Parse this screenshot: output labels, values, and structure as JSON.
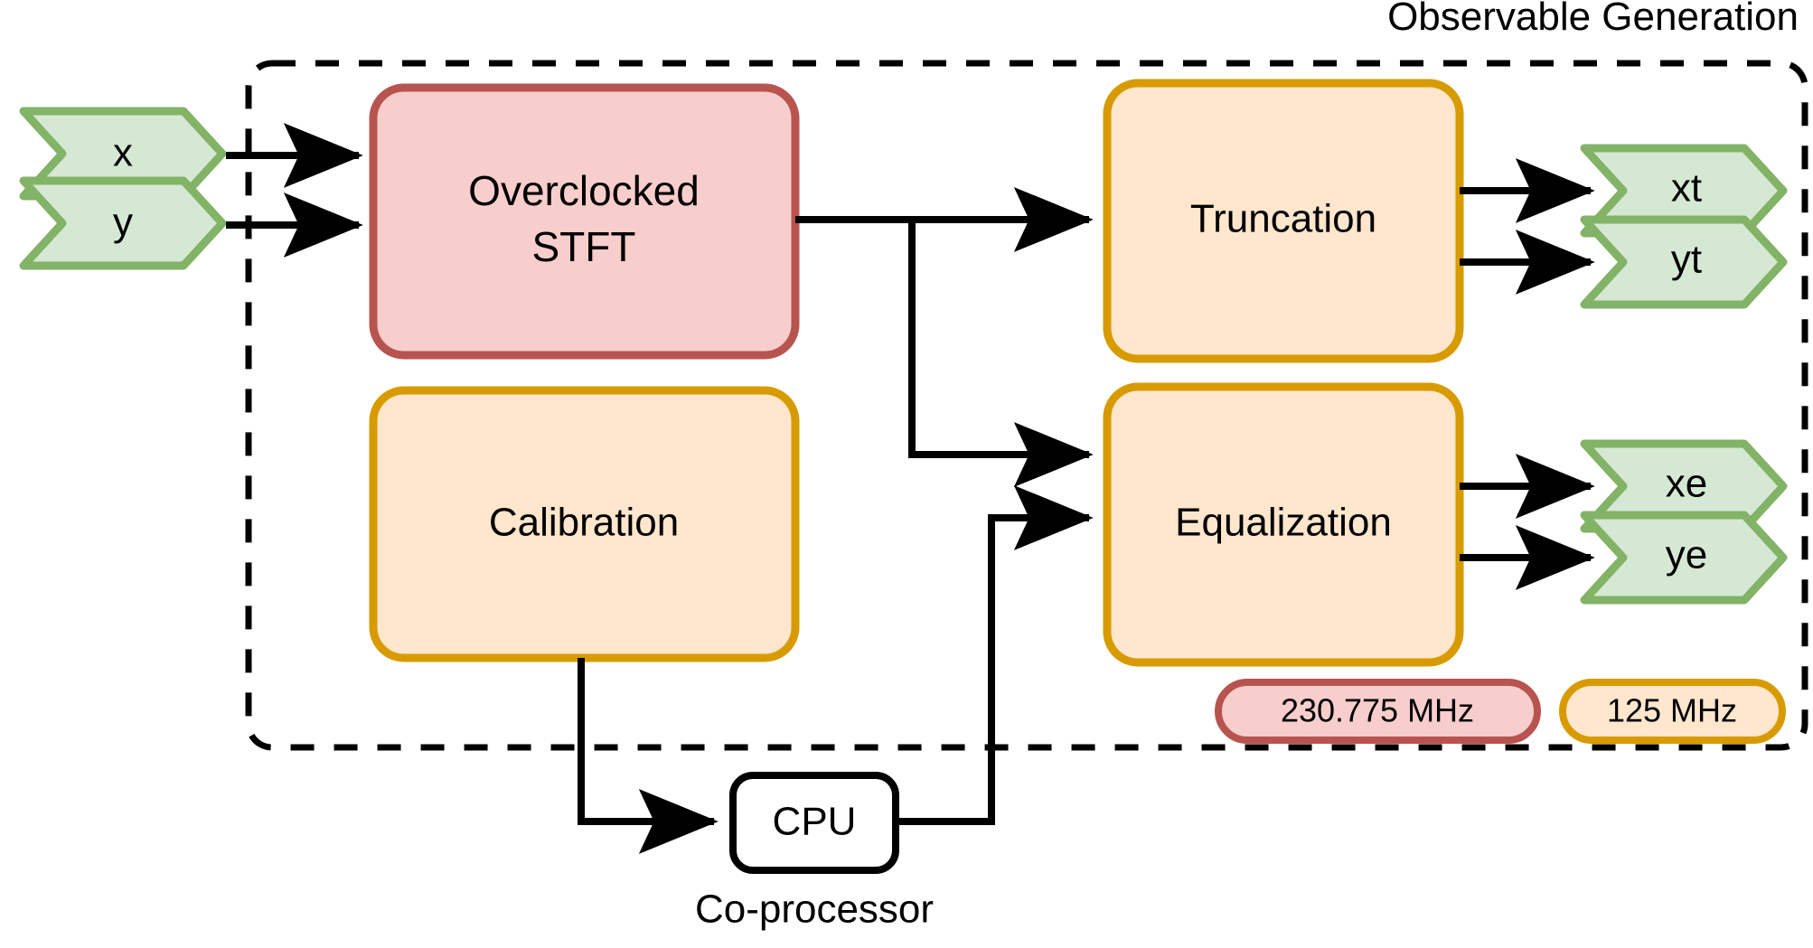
{
  "diagram": {
    "title": "Observable Generation",
    "group_boundary": {
      "style": "dashed",
      "label": "Observable Generation"
    },
    "inputs": [
      {
        "name": "input-x",
        "label": "x"
      },
      {
        "name": "input-y",
        "label": "y"
      }
    ],
    "blocks": [
      {
        "name": "overclocked-stft",
        "label_line1": "Overclocked",
        "label_line2": "STFT",
        "clock": "230.775 MHz",
        "fill": "#f8cecc",
        "stroke": "#b85450"
      },
      {
        "name": "calibration",
        "label_line1": "Calibration",
        "label_line2": "",
        "clock": "125 MHz",
        "fill": "#ffe6cc",
        "stroke": "#d79b00"
      },
      {
        "name": "truncation",
        "label_line1": "Truncation",
        "label_line2": "",
        "clock": "125 MHz",
        "fill": "#ffe6cc",
        "stroke": "#d79b00"
      },
      {
        "name": "equalization",
        "label_line1": "Equalization",
        "label_line2": "",
        "clock": "125 MHz",
        "fill": "#ffe6cc",
        "stroke": "#d79b00"
      }
    ],
    "coprocessor": {
      "box_label": "CPU",
      "caption": "Co-processor",
      "fill": "#ffffff",
      "stroke": "#000000"
    },
    "outputs": [
      {
        "name": "output-xt",
        "label": "xt"
      },
      {
        "name": "output-yt",
        "label": "yt"
      },
      {
        "name": "output-xe",
        "label": "xe"
      },
      {
        "name": "output-ye",
        "label": "ye"
      }
    ],
    "legend": [
      {
        "name": "clock-badge-230",
        "label": "230.775 MHz",
        "fill": "#f8cecc",
        "stroke": "#b85450"
      },
      {
        "name": "clock-badge-125",
        "label": "125 MHz",
        "fill": "#ffe6cc",
        "stroke": "#d79b00"
      }
    ],
    "colors": {
      "signal_fill": "#d5e8d4",
      "signal_stroke": "#82b366",
      "red_fill": "#f8cecc",
      "red_stroke": "#b85450",
      "orange_fill": "#ffe6cc",
      "orange_stroke": "#d79b00",
      "wire": "#000000",
      "boundary": "#000000",
      "background": "#ffffff"
    }
  }
}
